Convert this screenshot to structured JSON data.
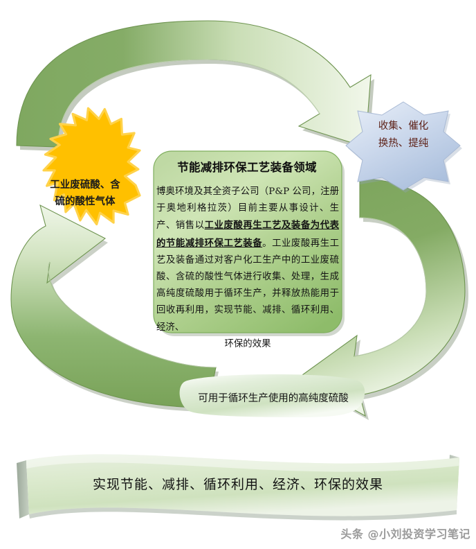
{
  "diagram": {
    "title_text": "节能减排环保工艺装备领域",
    "input_burst": {
      "line1": "工业废硫酸、含",
      "line2": "硫的酸性气体",
      "fill": "#FFC000",
      "stroke": "#FFD966"
    },
    "process_star": {
      "line1": "收集、催化",
      "line2": "换热、提纯",
      "fill": "#C5D3E8",
      "text_color": "#5C1F15"
    },
    "card": {
      "title": "节能减排环保工艺装备领域",
      "body_part1": "博奥环境及其全资子公司（P&P 公司，注册于奥地利格拉茨）目前主要从事设计、生产、销售以",
      "body_emphasis": "工业废酸再生工艺及装备为代表的节能减排环保工艺装备",
      "body_part2": "。工业废酸再生工艺及装备通过对客户化工生产中的工业废硫酸、含硫的酸性气体进行收集、处理，生成高纯度硫酸用于循环生产，并释放热能用于回收再利用，实现节能、减排、循环利用、经济、",
      "body_last_line": "环保的效果",
      "fill_light": "#CDE3B4",
      "fill_dark": "#8FBC6B"
    },
    "output_pill": {
      "label": "可用于循环生产使用的高纯度硫酸",
      "fill": "#E9F2E1"
    },
    "banner": {
      "label": "实现节能、减排、循环利用、经济、环保的效果",
      "fill": "#DCE9CE"
    },
    "arrows": [
      {
        "name": "top-arrow",
        "direction": "left-to-right",
        "color_dark": "#7CA45C",
        "color_light": "#EDF4E5"
      },
      {
        "name": "right-arrow",
        "direction": "top-to-bottom",
        "color_dark": "#7CA45C",
        "color_light": "#EDF4E5"
      },
      {
        "name": "left-arrow",
        "direction": "bottom-to-top",
        "color_dark": "#7CA45C",
        "color_light": "#EDF4E5"
      }
    ],
    "watermark": "头条 @小刘投资学习笔记"
  }
}
